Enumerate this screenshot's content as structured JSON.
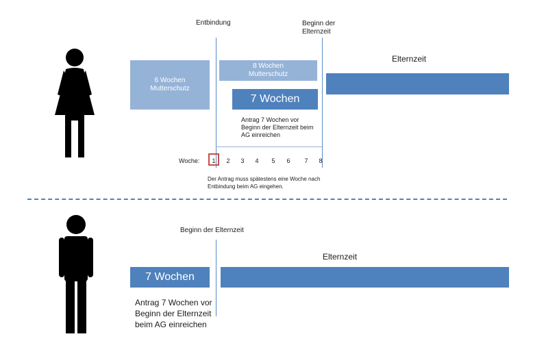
{
  "top": {
    "label_birth": "Entbindung",
    "label_begin": "Beginn der Elternzeit",
    "box_mutterschutz_before": "6 Wochen Mutterschutz",
    "box_mutterschutz_after": "8 Wochen Mutterschutz",
    "box_seven_weeks": "7 Wochen",
    "label_elternzeit": "Elternzeit",
    "note_antrag": "Antrag 7 Wochen vor Beginn der Elternzeit beim AG einreichen",
    "week_label": "Woche:",
    "weeks": [
      "1",
      "2",
      "3",
      "4",
      "5",
      "6",
      "7",
      "8"
    ],
    "note_deadline": "Der Antrag muss spätestens eine Woche nach Entbindung beim AG eingehen."
  },
  "bottom": {
    "label_begin": "Beginn der Elternzeit",
    "box_seven_weeks": "7 Wochen",
    "label_elternzeit": "Elternzeit",
    "note_antrag": "Antrag 7 Wochen vor Beginn der Elternzeit beim AG einreichen"
  },
  "colors": {
    "light_blue": "#95b3d7",
    "dark_blue": "#4f81bd",
    "highlight_red": "#c0504d",
    "figure": "#000000"
  },
  "icons": [
    "woman-icon",
    "man-icon"
  ]
}
